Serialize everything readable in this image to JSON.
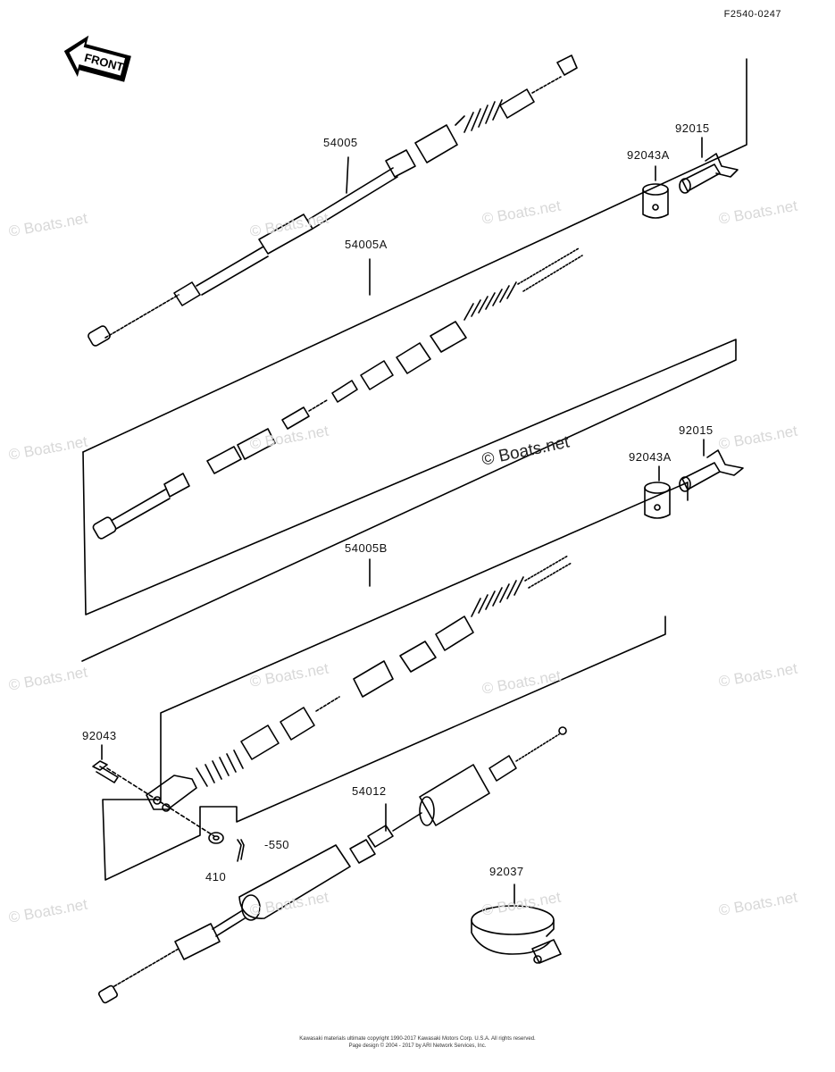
{
  "reference_code": "F2540-0247",
  "front_label": "FRONT",
  "watermark_text": "© Boats.net",
  "part_labels": {
    "p54005": "54005",
    "p54005A": "54005A",
    "p54005B": "54005B",
    "p54012": "54012",
    "p92015_top": "92015",
    "p92043A_top": "92043A",
    "p92015_mid": "92015",
    "p92043A_mid": "92043A",
    "p92043": "92043",
    "p550": "550",
    "p410": "410",
    "p92037": "92037"
  },
  "footer": {
    "line1": "Kawasaki materials ultimate copyright 1990-2017 Kawasaki Motors Corp. U.S.A. All rights reserved.",
    "line2": "Page design © 2004 - 2017 by ARI Network Services, Inc."
  }
}
